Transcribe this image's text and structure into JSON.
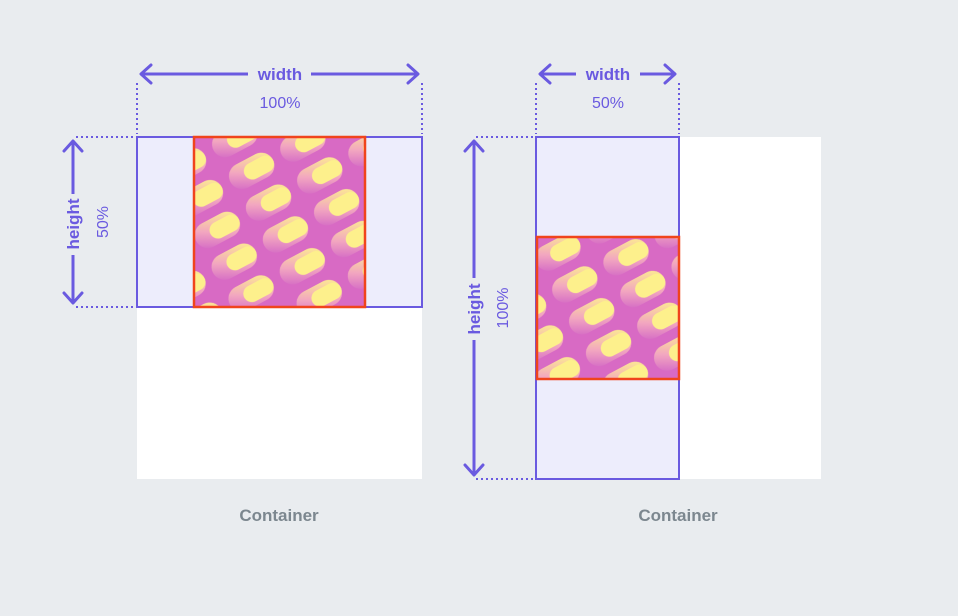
{
  "colors": {
    "background": "#e9ecef",
    "container_fill": "#ffffff",
    "box_fill": "#ededfc",
    "accent": "#6a5ae0",
    "image_border": "#f0441c",
    "caption": "#7c878f",
    "image_warm": "#fef58a",
    "image_deep": "#d062c6"
  },
  "left": {
    "width_label": "width",
    "width_value": "100%",
    "height_label": "height",
    "height_value": "50%",
    "caption": "Container"
  },
  "right": {
    "width_label": "width",
    "width_value": "50%",
    "height_label": "height",
    "height_value": "100%",
    "caption": "Container"
  }
}
